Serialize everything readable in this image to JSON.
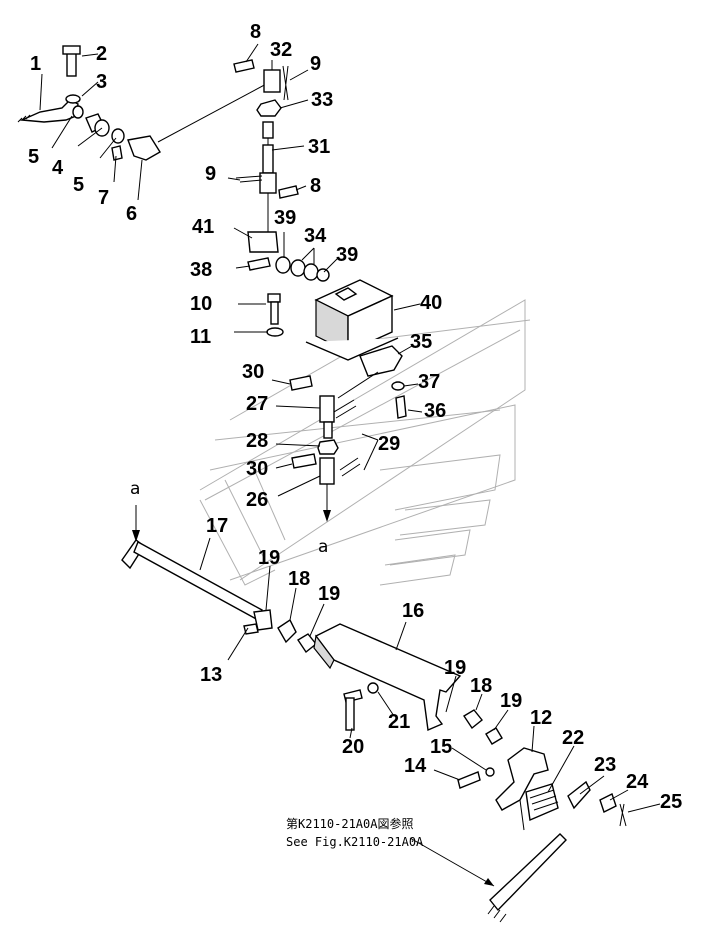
{
  "callouts": {
    "n1": "1",
    "n2": "2",
    "n3": "3",
    "n4": "4",
    "n5a": "5",
    "n5b": "5",
    "n6": "6",
    "n7": "7",
    "n8a": "8",
    "n8b": "8",
    "n9a": "9",
    "n9b": "9",
    "n10": "10",
    "n11": "11",
    "n12": "12",
    "n13": "13",
    "n14": "14",
    "n15": "15",
    "n16": "16",
    "n17": "17",
    "n18a": "18",
    "n18b": "18",
    "n19a": "19",
    "n19b": "19",
    "n19c": "19",
    "n19d": "19",
    "n20": "20",
    "n21": "21",
    "n22": "22",
    "n23": "23",
    "n24": "24",
    "n25": "25",
    "n26": "26",
    "n27": "27",
    "n28": "28",
    "n29": "29",
    "n30a": "30",
    "n30b": "30",
    "n31": "31",
    "n32": "32",
    "n33": "33",
    "n34": "34",
    "n35": "35",
    "n36": "36",
    "n37": "37",
    "n38": "38",
    "n39a": "39",
    "n39b": "39",
    "n40": "40",
    "n41": "41"
  },
  "connection_marks": {
    "a_top": "a",
    "a_bottom": "a"
  },
  "reference_note": {
    "line1": "第K2110-21A0A図参照",
    "line2": "See Fig.K2110-21A0A"
  }
}
